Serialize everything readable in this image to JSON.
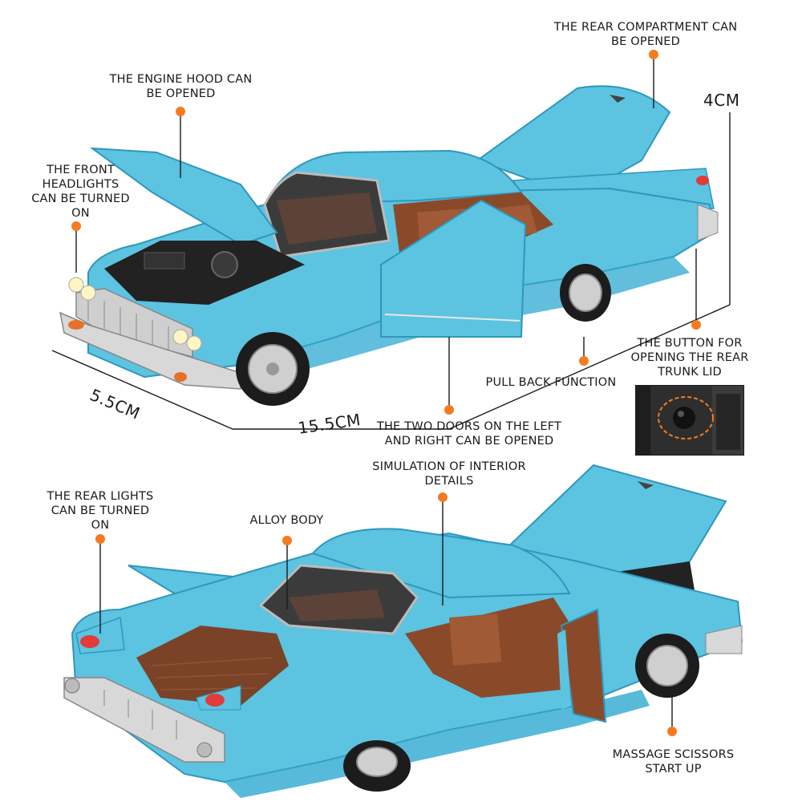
{
  "annotations": {
    "hood": "THE ENGINE HOOD CAN\nBE OPENED",
    "rear_compartment": "THE REAR COMPARTMENT CAN\nBE OPENED",
    "headlights": "THE FRONT\nHEADLIGHTS\nCAN BE TURNED\nON",
    "trunk_button": "THE BUTTON FOR\nOPENING THE REAR\nTRUNK LID",
    "pull_back": "PULL BACK FUNCTION",
    "doors": "THE TWO DOORS ON THE LEFT\nAND RIGHT CAN BE OPENED",
    "interior": "SIMULATION OF INTERIOR\nDETAILS",
    "rear_lights": "THE REAR LIGHTS\nCAN BE TURNED\nON",
    "alloy_body": "ALLOY BODY",
    "scissors": "MASSAGE SCISSORS\nSTART UP"
  },
  "dimensions": {
    "height": "4CM",
    "width": "5.5CM",
    "length": "15.5CM"
  },
  "colors": {
    "car_body": "#5cc3e0",
    "car_body_dark": "#2f97bd",
    "interior": "#8a4a2a",
    "chrome": "#d8d8d8",
    "marker": "#f47b20",
    "line": "#1a1a1a"
  }
}
